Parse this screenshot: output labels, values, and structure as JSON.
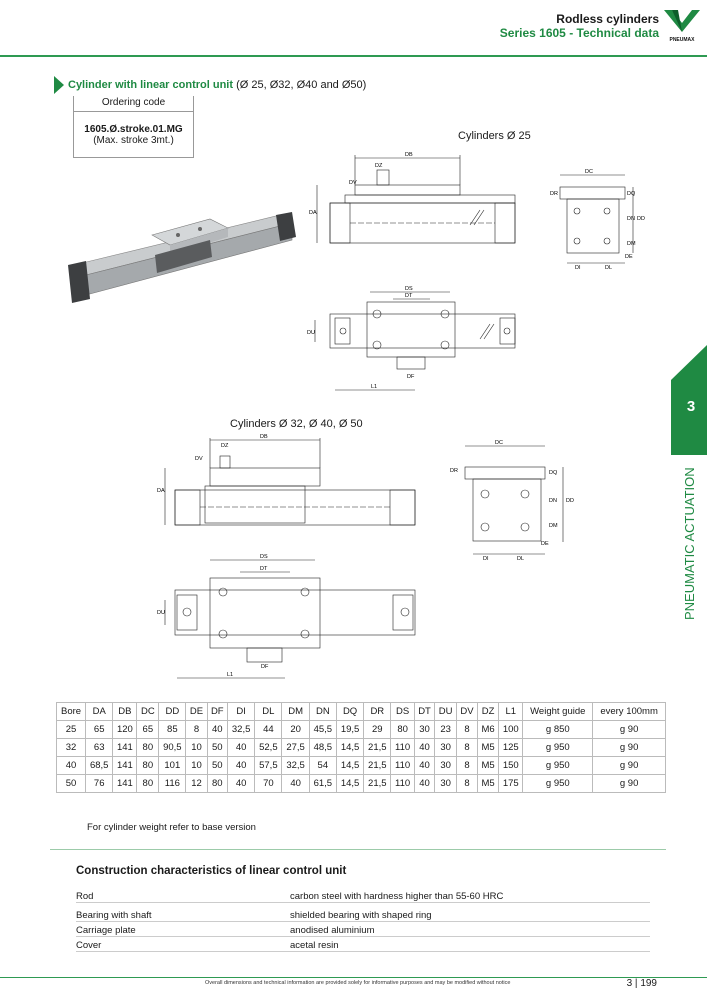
{
  "header": {
    "title": "Rodless cylinders",
    "subtitle": "Series 1605 - Technical data",
    "logo_text": "PNEUMAX"
  },
  "section": {
    "title_bold": "Cylinder with linear control unit",
    "title_rest": " (Ø 25, Ø32, Ø40 and Ø50)",
    "ordering_label": "Ordering code",
    "ordering_code": "1605.Ø.stroke.01.MG",
    "ordering_note": "(Max. stroke 3mt.)",
    "caption_25": "Cylinders Ø 25",
    "caption_32": "Cylinders Ø 32, Ø 40, Ø 50"
  },
  "dims_25_front": {
    "db": "DB",
    "dz": "DZ",
    "dv": "DV",
    "da": "DA"
  },
  "dims_25_side": {
    "dc": "DC",
    "dr": "DR",
    "dq": "DQ",
    "dn": "DN",
    "dd": "DD",
    "dm": "DM",
    "de": "DE",
    "di": "DI",
    "dl": "DL"
  },
  "dims_25_top": {
    "ds": "DS",
    "dt": "DT",
    "du": "DU",
    "df": "DF",
    "l1": "L1"
  },
  "dims_32_front": {
    "db": "DB",
    "dz": "DZ",
    "dv": "DV",
    "da": "DA"
  },
  "dims_32_side": {
    "dc": "DC",
    "dr": "DR",
    "dq": "DQ",
    "dn": "DN",
    "dd": "DD",
    "dm": "DM",
    "de": "DE",
    "di": "DI",
    "dl": "DL"
  },
  "dims_32_top": {
    "ds": "DS",
    "dt": "DT",
    "du": "DU",
    "df": "DF",
    "l1": "L1"
  },
  "chapter": {
    "number": "3",
    "label": "PNEUMATIC ACTUATION"
  },
  "table": {
    "headers": [
      "Bore",
      "DA",
      "DB",
      "DC",
      "DD",
      "DE",
      "DF",
      "DI",
      "DL",
      "DM",
      "DN",
      "DQ",
      "DR",
      "DS",
      "DT",
      "DU",
      "DV",
      "DZ",
      "L1",
      "Weight guide",
      "every 100mm"
    ],
    "rows": [
      [
        "25",
        "65",
        "120",
        "65",
        "85",
        "8",
        "40",
        "32,5",
        "44",
        "20",
        "45,5",
        "19,5",
        "29",
        "80",
        "30",
        "23",
        "8",
        "M6",
        "100",
        "g 850",
        "g 90"
      ],
      [
        "32",
        "63",
        "141",
        "80",
        "90,5",
        "10",
        "50",
        "40",
        "52,5",
        "27,5",
        "48,5",
        "14,5",
        "21,5",
        "110",
        "40",
        "30",
        "8",
        "M5",
        "125",
        "g 950",
        "g 90"
      ],
      [
        "40",
        "68,5",
        "141",
        "80",
        "101",
        "10",
        "50",
        "40",
        "57,5",
        "32,5",
        "54",
        "14,5",
        "21,5",
        "110",
        "40",
        "30",
        "8",
        "M5",
        "150",
        "g 950",
        "g 90"
      ],
      [
        "50",
        "76",
        "141",
        "80",
        "116",
        "12",
        "80",
        "40",
        "70",
        "40",
        "61,5",
        "14,5",
        "21,5",
        "110",
        "40",
        "30",
        "8",
        "M5",
        "175",
        "g 950",
        "g 90"
      ]
    ]
  },
  "note": "For cylinder weight refer to base version",
  "construction": {
    "title": "Construction characteristics of linear control unit",
    "rows": [
      {
        "k": "Rod",
        "v": "carbon steel with hardness higher than 55-60 HRC"
      },
      {
        "k": "Bearing with shaft",
        "v": "shielded bearing with shaped ring"
      },
      {
        "k": "Carriage plate",
        "v": "anodised aluminium"
      },
      {
        "k": "Cover",
        "v": "acetal resin"
      }
    ]
  },
  "footer": {
    "disclaimer": "Overall dimensions and technical information are provided solely for informative purposes and may be modified without notice",
    "chapter": "3",
    "page": "199"
  }
}
